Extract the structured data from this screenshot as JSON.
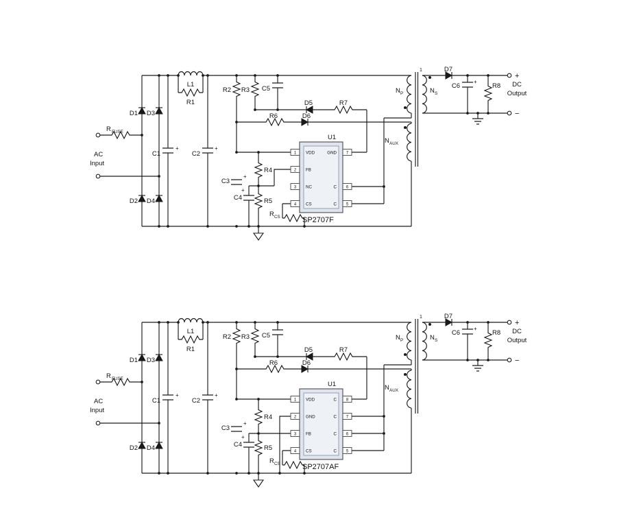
{
  "colors": {
    "background": "#ffffff",
    "wire": "#1a1a1a",
    "ic_fill": "#dfe4ee",
    "ic_inner_fill": "#eef2f7"
  },
  "circuits": [
    {
      "name": "top-circuit",
      "labels": {
        "ac_1": "AC",
        "ac_2": "Input",
        "rfuse_base": "R",
        "rfuse_sub": "FUSE",
        "d1": "D1",
        "d2": "D2",
        "d3": "D3",
        "d4": "D4",
        "c1": "C1",
        "c2": "C2",
        "l1": "L1",
        "r1": "R1",
        "r2": "R2",
        "r3": "R3",
        "c5": "C5",
        "d5": "D5",
        "d6": "D6",
        "r6": "R6",
        "r7": "R7",
        "c3": "C3",
        "c4": "C4",
        "r4": "R4",
        "r5": "R5",
        "rcs_base": "R",
        "rcs_sub": "CS",
        "np_base": "N",
        "np_sub": "P",
        "naux_base": "N",
        "naux_sub": "AUX",
        "ns_base": "N",
        "ns_sub": "S",
        "ratio": "1",
        "d7": "D7",
        "c6": "C6",
        "r8": "R8",
        "dc_1": "DC",
        "dc_2": "Output",
        "out_plus": "+",
        "out_minus": "−",
        "polarity": "+"
      },
      "ic": {
        "ref": "U1",
        "part": "SP2707F",
        "left_pins": [
          {
            "num": "1",
            "label": "VDD"
          },
          {
            "num": "2",
            "label": "FB"
          },
          {
            "num": "3",
            "label": "NC"
          },
          {
            "num": "4",
            "label": "CS"
          }
        ],
        "right_pins": [
          {
            "num": "7",
            "label": "GND"
          },
          {
            "num": "6",
            "label": "C"
          },
          {
            "num": "5",
            "label": "C"
          }
        ]
      }
    },
    {
      "name": "bottom-circuit",
      "labels": {
        "ac_1": "AC",
        "ac_2": "Input",
        "rfuse_base": "R",
        "rfuse_sub": "FUSE",
        "d1": "D1",
        "d2": "D2",
        "d3": "D3",
        "d4": "D4",
        "c1": "C1",
        "c2": "C2",
        "l1": "L1",
        "r1": "R1",
        "r2": "R2",
        "r3": "R3",
        "c5": "C5",
        "d5": "D5",
        "d6": "D6",
        "r6": "R6",
        "r7": "R7",
        "c3": "C3",
        "c4": "C4",
        "r4": "R4",
        "r5": "R5",
        "rcs_base": "R",
        "rcs_sub": "CS",
        "np_base": "N",
        "np_sub": "P",
        "naux_base": "N",
        "naux_sub": "AUX",
        "ns_base": "N",
        "ns_sub": "S",
        "ratio": "1",
        "d7": "D7",
        "c6": "C6",
        "r8": "R8",
        "dc_1": "DC",
        "dc_2": "Output",
        "out_plus": "+",
        "out_minus": "−",
        "polarity": "+"
      },
      "ic": {
        "ref": "U1",
        "part": "SP2707AF",
        "left_pins": [
          {
            "num": "1",
            "label": "VDD"
          },
          {
            "num": "2",
            "label": "GND"
          },
          {
            "num": "3",
            "label": "FB"
          },
          {
            "num": "4",
            "label": "CS"
          }
        ],
        "right_pins": [
          {
            "num": "8",
            "label": "C"
          },
          {
            "num": "7",
            "label": "C"
          },
          {
            "num": "6",
            "label": "C"
          },
          {
            "num": "5",
            "label": "C"
          }
        ]
      }
    }
  ]
}
